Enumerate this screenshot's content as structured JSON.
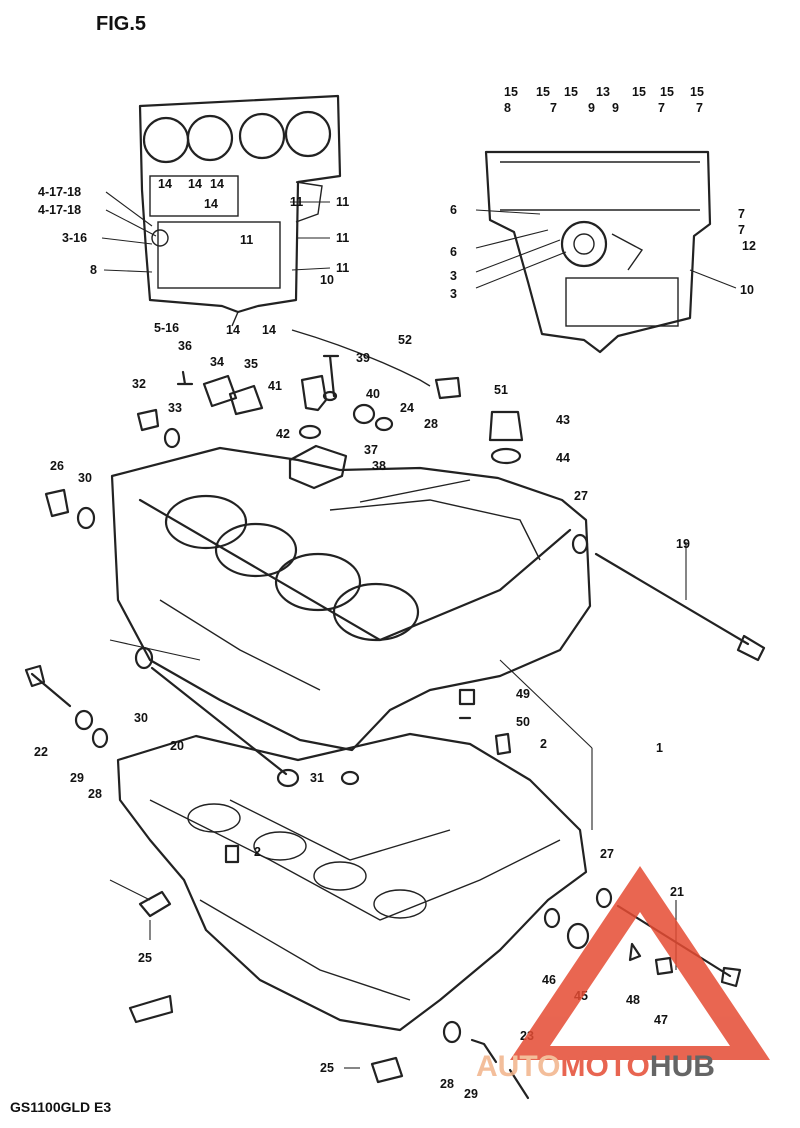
{
  "figure": {
    "title": "FIG.5",
    "model": "GS1100GLD E3"
  },
  "watermark": {
    "part1": "AUTO",
    "part2": "MOTO",
    "part3": "HUB",
    "colors": {
      "auto": "#f2b38a",
      "moto": "#e54b33",
      "hub": "#4b4b4b",
      "triangle": "#e54b33"
    }
  },
  "callouts": [
    "15",
    "15",
    "15",
    "13",
    "15",
    "15",
    "15",
    "8",
    "7",
    "9",
    "9",
    "7",
    "7",
    "6",
    "7",
    "6",
    "7",
    "12",
    "3",
    "3",
    "10",
    "4-17-18",
    "4-17-18",
    "3-16",
    "8",
    "5-16",
    "14",
    "14",
    "14",
    "14",
    "14",
    "14",
    "11",
    "11",
    "11",
    "11",
    "11",
    "10",
    "52",
    "36",
    "34",
    "35",
    "39",
    "32",
    "33",
    "41",
    "40",
    "51",
    "24",
    "28",
    "42",
    "43",
    "37",
    "38",
    "44",
    "26",
    "30",
    "27",
    "19",
    "49",
    "50",
    "22",
    "30",
    "20",
    "2",
    "1",
    "29",
    "28",
    "31",
    "2",
    "27",
    "21",
    "25",
    "46",
    "45",
    "48",
    "47",
    "23",
    "25",
    "28",
    "29"
  ]
}
